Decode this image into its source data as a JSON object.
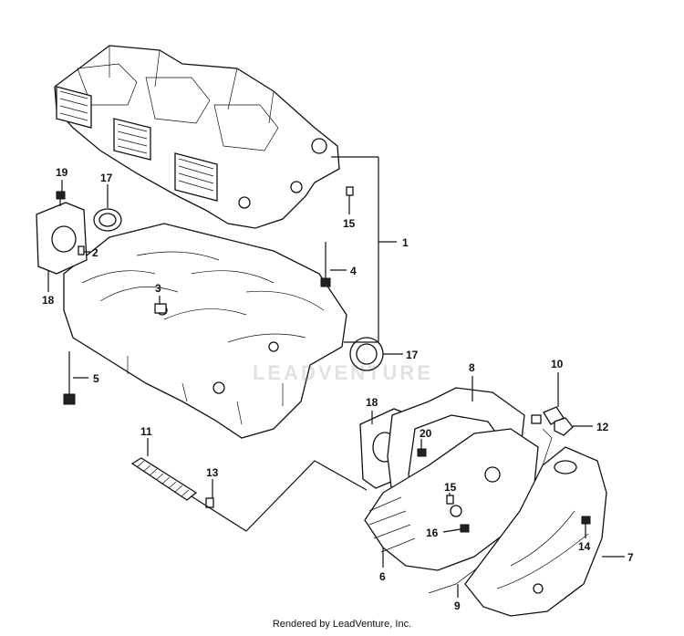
{
  "diagram": {
    "callouts": [
      {
        "id": "c1",
        "text": "1"
      },
      {
        "id": "c2",
        "text": "2"
      },
      {
        "id": "c3",
        "text": "3"
      },
      {
        "id": "c4",
        "text": "4"
      },
      {
        "id": "c5",
        "text": "5"
      },
      {
        "id": "c6",
        "text": "6"
      },
      {
        "id": "c7",
        "text": "7"
      },
      {
        "id": "c8",
        "text": "8"
      },
      {
        "id": "c9",
        "text": "9"
      },
      {
        "id": "c10",
        "text": "10"
      },
      {
        "id": "c11",
        "text": "11"
      },
      {
        "id": "c12",
        "text": "12"
      },
      {
        "id": "c13",
        "text": "13"
      },
      {
        "id": "c14",
        "text": "14"
      },
      {
        "id": "c15a",
        "text": "15"
      },
      {
        "id": "c15b",
        "text": "15"
      },
      {
        "id": "c16",
        "text": "16"
      },
      {
        "id": "c17a",
        "text": "17"
      },
      {
        "id": "c17b",
        "text": "17"
      },
      {
        "id": "c18a",
        "text": "18"
      },
      {
        "id": "c18b",
        "text": "18"
      },
      {
        "id": "c19",
        "text": "19"
      },
      {
        "id": "c20",
        "text": "20"
      }
    ]
  },
  "watermark": "LEADVENTURE",
  "footer": "Rendered by LeadVenture, Inc."
}
